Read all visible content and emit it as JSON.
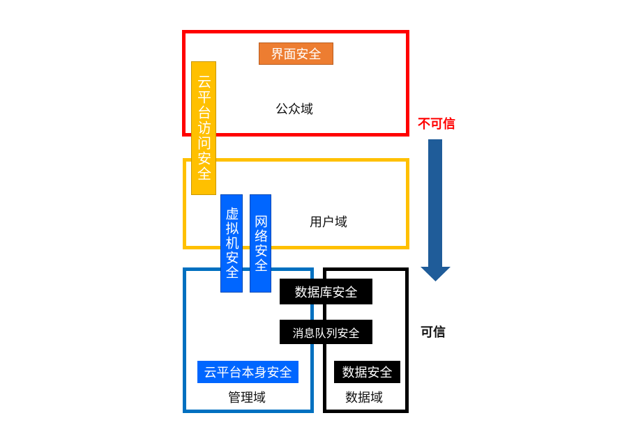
{
  "zones": {
    "public": {
      "label": "公众域",
      "color": "#ff0000"
    },
    "user": {
      "label": "用户域",
      "color": "#ffc000"
    },
    "management": {
      "label": "管理域",
      "color": "#0070c0"
    },
    "data": {
      "label": "数据域",
      "color": "#000000"
    }
  },
  "boxes": {
    "interface_security": {
      "label": "界面安全",
      "color": "#ed7d31"
    },
    "cloud_access_security": {
      "label": "云平台访问安全",
      "color": "#ffc000"
    },
    "vm_security": {
      "label": "虚拟机安全",
      "color": "#0066ff"
    },
    "network_security": {
      "label": "网络安全",
      "color": "#0066ff"
    },
    "database_security": {
      "label": "数据库安全",
      "color": "#000000"
    },
    "mq_security": {
      "label": "消息队列安全",
      "color": "#000000"
    },
    "cloud_platform_security": {
      "label": "云平台本身安全",
      "color": "#0066ff"
    },
    "data_security": {
      "label": "数据安全",
      "color": "#000000"
    }
  },
  "trust": {
    "untrusted_label": "不可信",
    "trusted_label": "可信",
    "arrow_color": "#1f5c99"
  }
}
